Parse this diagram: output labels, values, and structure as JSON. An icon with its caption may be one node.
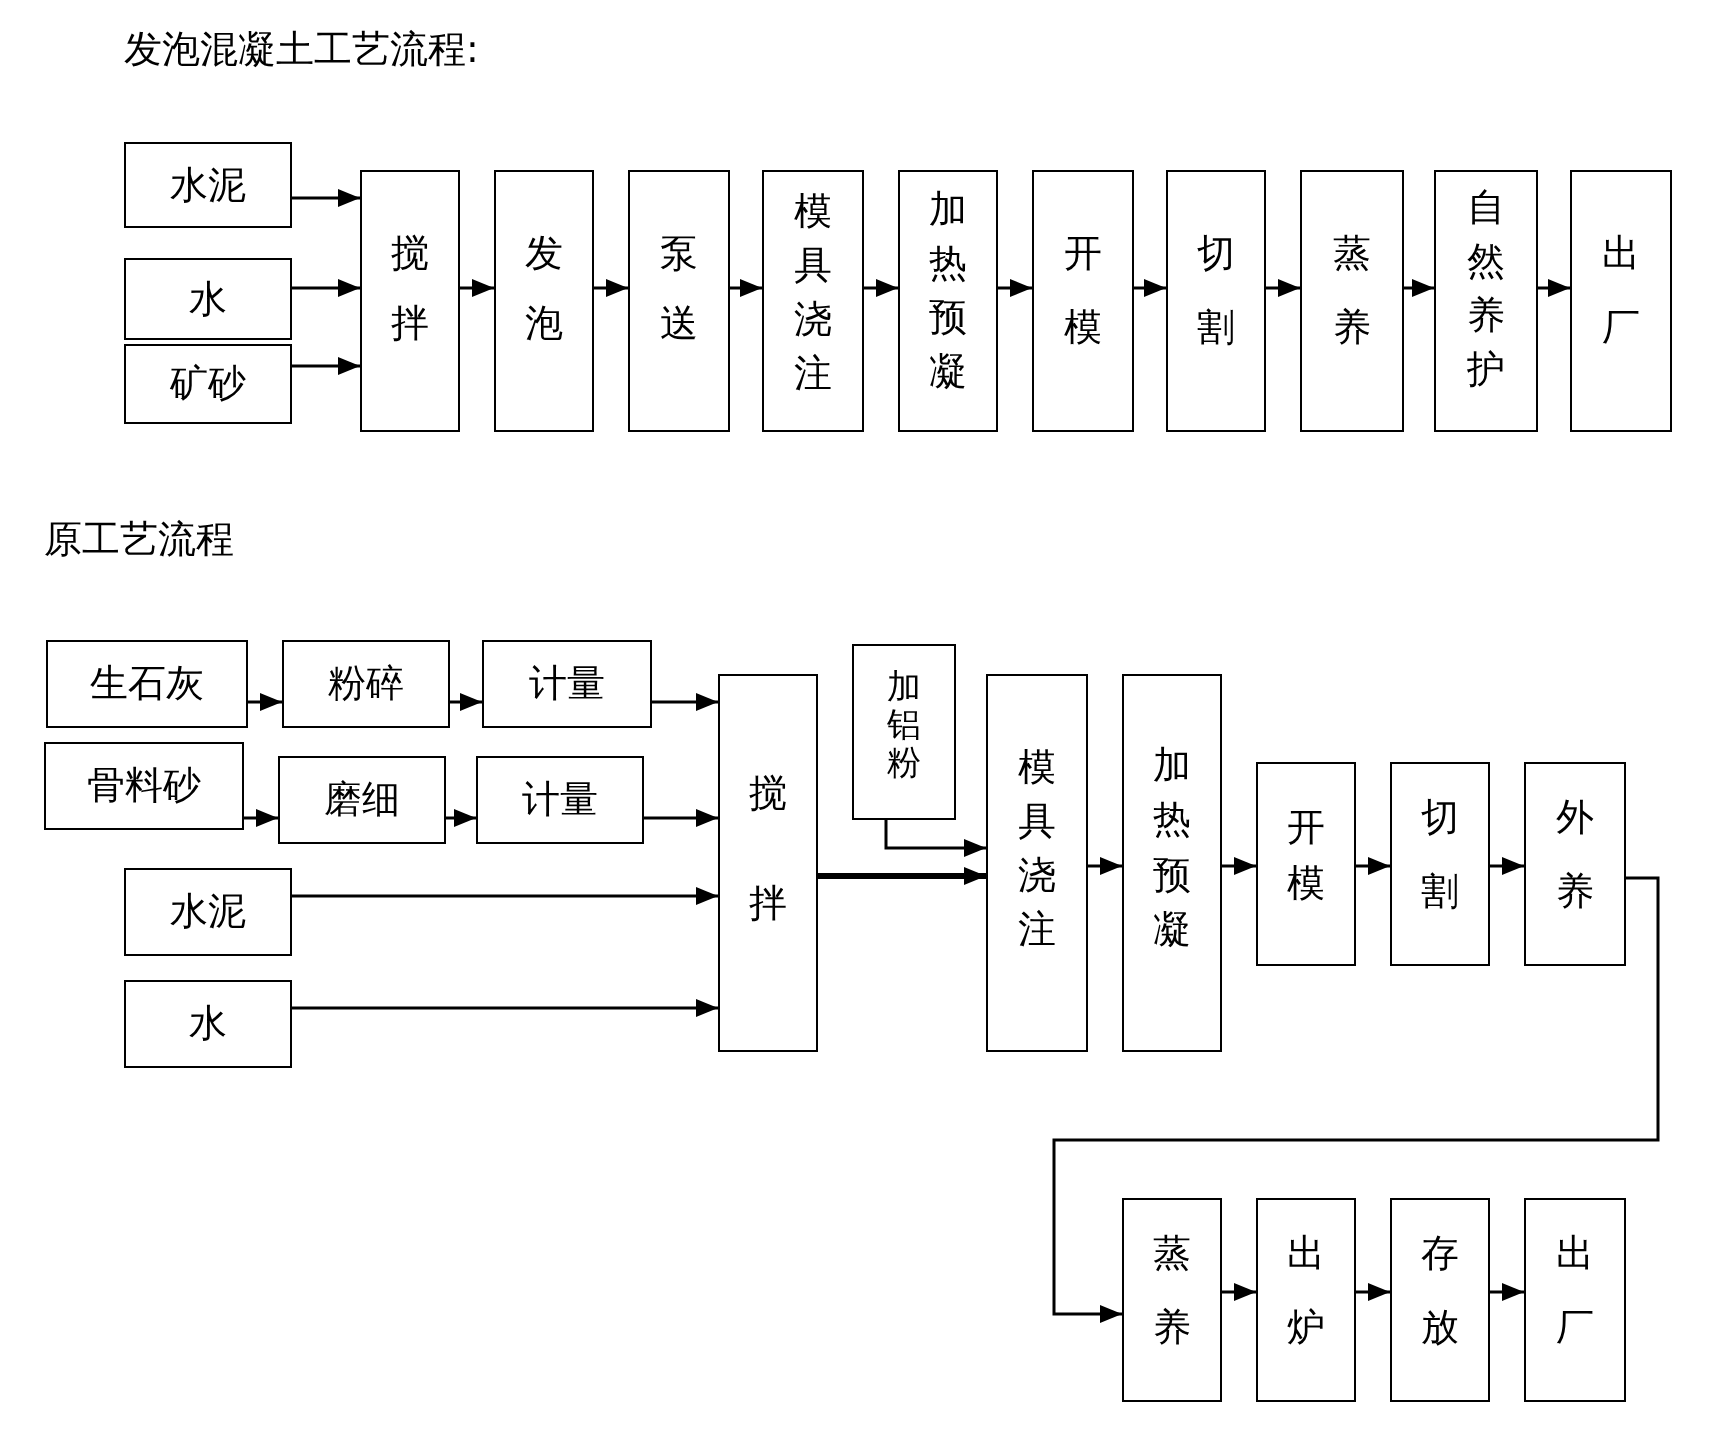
{
  "diagram": {
    "title": "发泡混凝土工艺流程:",
    "nodes": [
      {
        "text": [
          "水泥"
        ]
      },
      {
        "text": [
          "水"
        ]
      },
      {
        "text": [
          "矿砂"
        ]
      },
      {
        "text": [
          "搅拌"
        ]
      },
      {
        "text": [
          "发泡"
        ]
      },
      {
        "text": [
          "泵送"
        ]
      },
      {
        "text": [
          "模具浇注"
        ]
      },
      {
        "text": [
          "加热预凝"
        ]
      },
      {
        "text": [
          "开模"
        ]
      },
      {
        "text": [
          "切割"
        ]
      },
      {
        "text": [
          "蒸养"
        ]
      },
      {
        "text": [
          "自然养护"
        ]
      },
      {
        "text": [
          "出厂"
        ]
      },
      {
        "text": [
          "生石灰"
        ]
      },
      {
        "text": [
          "粉碎"
        ]
      },
      {
        "text": [
          "计量"
        ]
      },
      {
        "text": [
          "骨料砂"
        ]
      },
      {
        "text": [
          "磨细"
        ]
      },
      {
        "text": [
          "计量"
        ]
      },
      {
        "text": [
          "水泥"
        ]
      },
      {
        "text": [
          "水"
        ]
      },
      {
        "text": [
          "搅拌"
        ]
      },
      {
        "text": [
          "加铝粉"
        ]
      },
      {
        "text": [
          "模具浇注"
        ]
      },
      {
        "text": [
          "加热预凝"
        ]
      },
      {
        "text": [
          "开模"
        ]
      },
      {
        "text": [
          "切割"
        ]
      },
      {
        "text": [
          "外养"
        ]
      },
      {
        "text": [
          "蒸养"
        ]
      },
      {
        "text": [
          "出炉"
        ]
      },
      {
        "text": [
          "存放"
        ]
      },
      {
        "text": [
          "出厂"
        ]
      }
    ],
    "edges": [
      {
        "from": 0,
        "to": 3,
        "arrow": "to"
      },
      {
        "from": 1,
        "to": 3,
        "arrow": "to"
      },
      {
        "from": 2,
        "to": 3,
        "arrow": "to"
      },
      {
        "from": 3,
        "to": 4,
        "arrow": "to"
      },
      {
        "from": 4,
        "to": 5,
        "arrow": "to"
      },
      {
        "from": 5,
        "to": 6,
        "arrow": "to"
      },
      {
        "from": 6,
        "to": 7,
        "arrow": "to"
      },
      {
        "from": 7,
        "to": 8,
        "arrow": "to"
      },
      {
        "from": 8,
        "to": 9,
        "arrow": "to"
      },
      {
        "from": 9,
        "to": 10,
        "arrow": "to"
      },
      {
        "from": 10,
        "to": 11,
        "arrow": "to"
      },
      {
        "from": 11,
        "to": 12,
        "arrow": "to"
      },
      {
        "from": 13,
        "to": 14,
        "arrow": "to"
      },
      {
        "from": 14,
        "to": 15,
        "arrow": "to"
      },
      {
        "from": 15,
        "to": 21,
        "arrow": "to"
      },
      {
        "from": 16,
        "to": 17,
        "arrow": "to"
      },
      {
        "from": 17,
        "to": 18,
        "arrow": "to"
      },
      {
        "from": 18,
        "to": 21,
        "arrow": "to"
      },
      {
        "from": 19,
        "to": 21,
        "arrow": "to"
      },
      {
        "from": 20,
        "to": 21,
        "arrow": "to"
      },
      {
        "from": 21,
        "to": 23,
        "arrow": "to",
        "style": "thick"
      },
      {
        "from": 22,
        "to": 23,
        "arrow": "to"
      },
      {
        "from": 23,
        "to": 24,
        "arrow": "to"
      },
      {
        "from": 24,
        "to": 25,
        "arrow": "to"
      },
      {
        "from": 25,
        "to": 26,
        "arrow": "to"
      },
      {
        "from": 26,
        "to": 27,
        "arrow": "to"
      },
      {
        "from": 27,
        "to": 28,
        "arrow": "to"
      },
      {
        "from": 28,
        "to": 29,
        "arrow": "to"
      },
      {
        "from": 29,
        "to": 30,
        "arrow": "to"
      },
      {
        "from": 30,
        "to": 31,
        "arrow": "to"
      }
    ],
    "labels": [
      "原工艺流程"
    ]
  }
}
